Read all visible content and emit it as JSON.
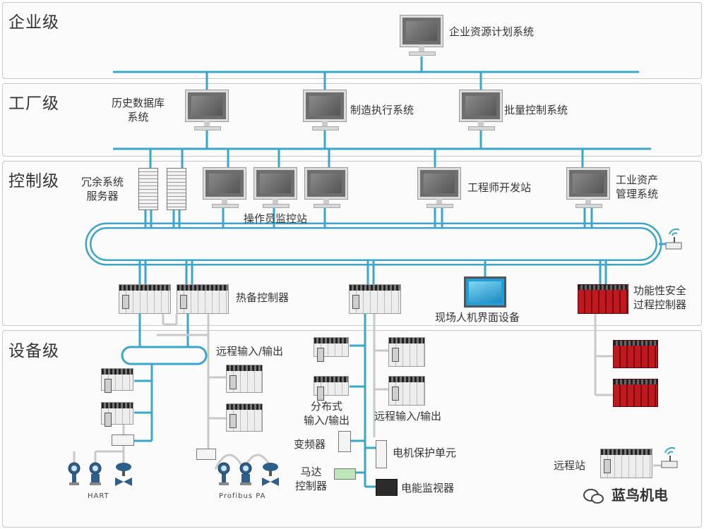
{
  "levels": {
    "enterprise": "企业级",
    "plant": "工厂级",
    "control": "控制级",
    "device": "设备级"
  },
  "labels": {
    "erp": "企业资源计划系统",
    "historian": "历史数据库\n系统",
    "mes": "制造执行系统",
    "batch": "批量控制系统",
    "redundant_servers": "冗余系统\n服务器",
    "operator_stations": "操作员监控站",
    "engineer_station": "工程师开发站",
    "asset_mgmt": "工业资产\n管理系统",
    "hot_standby": "热备控制器",
    "field_hmi": "现场人机界面设备",
    "safety_controller": "功能性安全\n过程控制器",
    "remote_io_1": "远程输入/输出",
    "distributed_io": "分布式\n输入/输出",
    "remote_io_2": "远程输入/输出",
    "vfd": "变频器",
    "motor_protection": "电机保护单元",
    "motor_controller": "马达\n控制器",
    "power_monitor": "电能监视器",
    "remote_station": "远程站",
    "hart": "HART",
    "profibus": "Profibus PA",
    "watermark": "蓝鸟机电"
  },
  "colors": {
    "network": "#3aa6c9",
    "network_light": "#bfe3ef",
    "field_grey": "#c9c9c9",
    "safety_red": "#c0181f",
    "hmi_blue": "#1e9fd8"
  },
  "icons": [
    "monitor-icon",
    "server-icon",
    "plc-rack-icon",
    "safety-plc-icon",
    "hmi-panel-icon",
    "transmitter-icon",
    "valve-icon",
    "wireless-access-point-icon",
    "wechat-icon"
  ]
}
